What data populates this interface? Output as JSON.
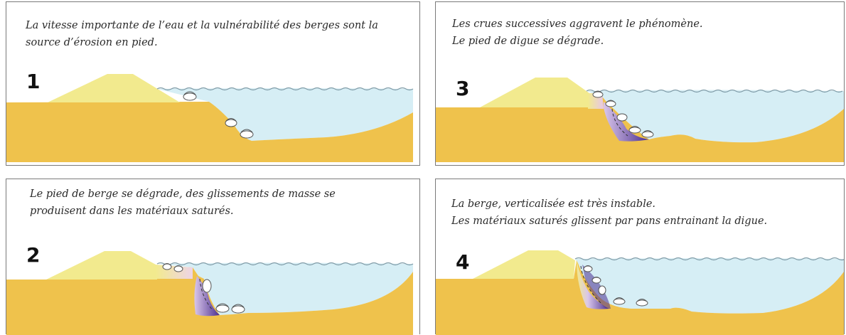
{
  "colors": {
    "soil": "#efc24c",
    "dike": "#f2ea8e",
    "water": "#d6eef5",
    "water_line": "#7e9aa6",
    "erosion_purple": "#5b3f9c",
    "panel_border": "#7a7a7a"
  },
  "panels": [
    {
      "number": "1",
      "caption": [
        "La vitesse importante de l’eau et la vulnérabilité des berges sont la",
        "source d’érosion en pied."
      ]
    },
    {
      "number": "2",
      "caption": [
        "Le pied de berge se dégrade, des glissements de masse se",
        "produisent dans les matériaux saturés."
      ]
    },
    {
      "number": "3",
      "caption": [
        "Les crues successives aggravent le phénomène.",
        "Le pied de digue se dégrade."
      ]
    },
    {
      "number": "4",
      "caption": [
        "La berge, verticalisée est très instable.",
        "Les matériaux saturés glissent par pans entrainant la digue."
      ]
    }
  ]
}
